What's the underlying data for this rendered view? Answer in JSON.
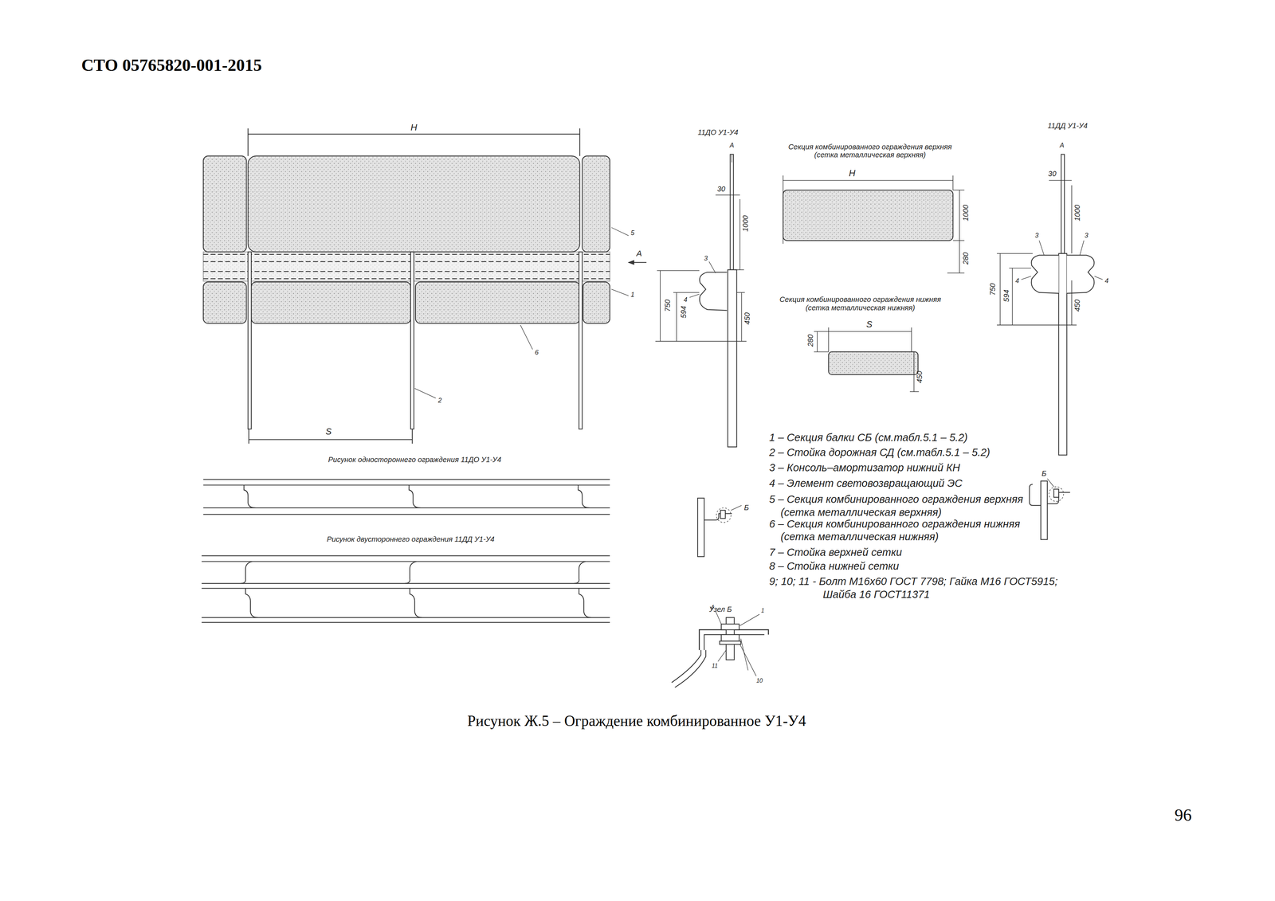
{
  "diagram": {
    "title": "СТО 05765820-001-2015",
    "caption": "Рисунок Ж.5 – Ограждение комбинированное У1-У4",
    "labels": [
      "H",
      "5",
      "1",
      "6",
      "2",
      "А",
      "S",
      "Рисунок одностороннего ограждения 11ДО У1-У4",
      "Рисунок двустороннего ограждения 11ДД У1-У4",
      "11ДО У1-У4",
      "А",
      "30",
      "1000",
      "3",
      "4",
      "750",
      "594",
      "450",
      "Секция комбинированного ограждения верхняя (сетка металлическая верхняя)",
      "H",
      "1000",
      "280",
      "Секция комбинированного ограждения нижняя (сетка металлическая нижняя)",
      "S",
      "280",
      "450",
      "11ДД У1-У4",
      "А",
      "30",
      "1000",
      "3",
      "3",
      "4",
      "4",
      "750",
      "594",
      "450",
      "1 – Секция балки СБ (см.табл.5.1 – 5.2)",
      "2 – Стойка дорожная СД (см.табл.5.1 – 5.2)",
      "3 – Консоль–амортизатор нижний КН",
      "4 – Элемент световозвращающий ЭС",
      "5 – Секция комбинированного ограждения верхняя (сетка металлическая верхняя)",
      "6 – Секция комбинированного ограждения нижняя (сетка металлическая нижняя)",
      "7 – Стойка верхней сетки",
      "8 – Стойка нижней сетки",
      "9; 10; 11 - Болт М16х60 ГОСТ 7798; Гайка М16 ГОСТ5915; Шайба 16 ГОСТ11371",
      "Б",
      "Б",
      "Узел Б",
      "4",
      "1",
      "11",
      "10",
      "96"
    ]
  }
}
